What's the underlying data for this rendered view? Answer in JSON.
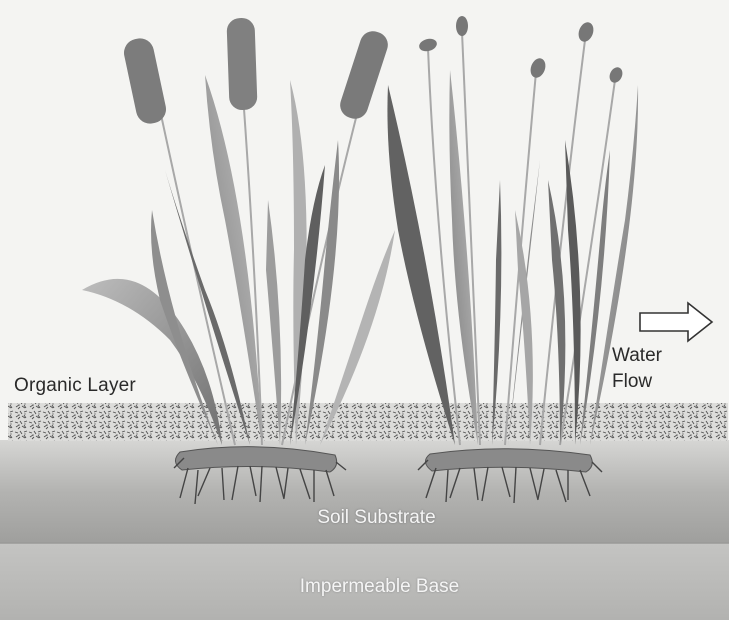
{
  "labels": {
    "organic_layer": "Organic Layer",
    "water_flow_line1": "Water",
    "water_flow_line2": "Flow",
    "soil_substrate": "Soil Substrate",
    "impermeable_base": "Impermeable Base"
  },
  "colors": {
    "background": "#f4f4f2",
    "leaf_dark": "#6e6e6e",
    "leaf_mid": "#9a9a9a",
    "leaf_light": "#b8b8b8",
    "cattail_head": "#7c7c7c",
    "soil": "#a9a9a9",
    "base": "#bcbcbc",
    "organic_speckle": "#555555"
  },
  "icons": {
    "flow_arrow": "right-outline-arrow-icon"
  }
}
